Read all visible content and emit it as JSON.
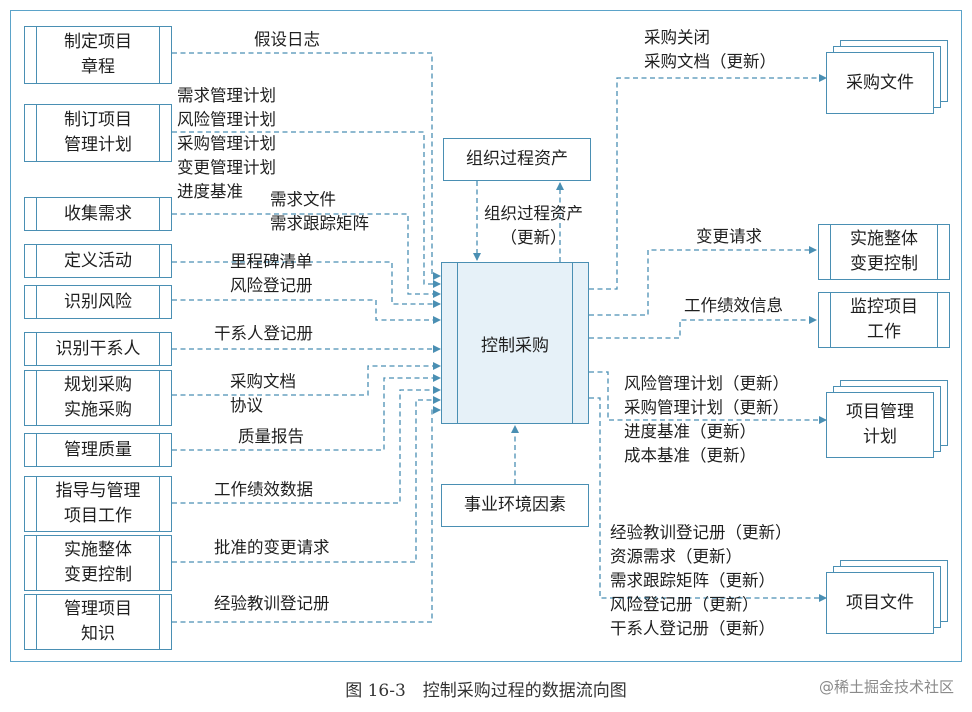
{
  "inputs": [
    {
      "label": "制定项目\n章程"
    },
    {
      "label": "制订项目\n管理计划"
    },
    {
      "label": "收集需求"
    },
    {
      "label": "定义活动"
    },
    {
      "label": "识别风险"
    },
    {
      "label": "识别干系人"
    },
    {
      "label": "规划采购\n实施采购"
    },
    {
      "label": "管理质量"
    },
    {
      "label": "指导与管理\n项目工作"
    },
    {
      "label": "实施整体\n变更控制"
    },
    {
      "label": "管理项目\n知识"
    }
  ],
  "input_flows": [
    "假设日志",
    "需求管理计划\n风险管理计划\n采购管理计划\n变更管理计划\n进度基准",
    "需求文件\n需求跟踪矩阵",
    "里程碑清单",
    "风险登记册",
    "干系人登记册",
    "采购文档\n协议",
    "质量报告",
    "工作绩效数据",
    "批准的变更请求",
    "经验教训登记册"
  ],
  "center": {
    "label": "控制采购"
  },
  "org_assets": {
    "label": "组织过程资产",
    "flow_in": "组织过程资产\n（更新）"
  },
  "enterprise_env": {
    "label": "事业环境因素"
  },
  "outputs": {
    "procurement_docs": {
      "label": "采购文件",
      "flow": "采购关闭\n采购文档（更新）"
    },
    "integrated_change": {
      "label": "实施整体\n变更控制",
      "flow": "变更请求"
    },
    "monitor_work": {
      "label": "监控项目\n工作",
      "flow": "工作绩效信息"
    },
    "project_plan": {
      "label": "项目管理\n计划",
      "flow": "风险管理计划（更新）\n采购管理计划（更新）\n进度基准（更新）\n成本基准（更新）"
    },
    "project_docs": {
      "label": "项目文件",
      "flow": "经验教训登记册（更新）\n资源需求（更新）\n需求跟踪矩阵（更新）\n风险登记册（更新）\n干系人登记册（更新）"
    }
  },
  "caption": "图 16-3　控制采购过程的数据流向图",
  "watermark": "@稀土掘金技术社区",
  "colors": {
    "line": "#4a8fb3",
    "frame": "#5ba3c9",
    "center_fill": "#e6f1f8"
  }
}
